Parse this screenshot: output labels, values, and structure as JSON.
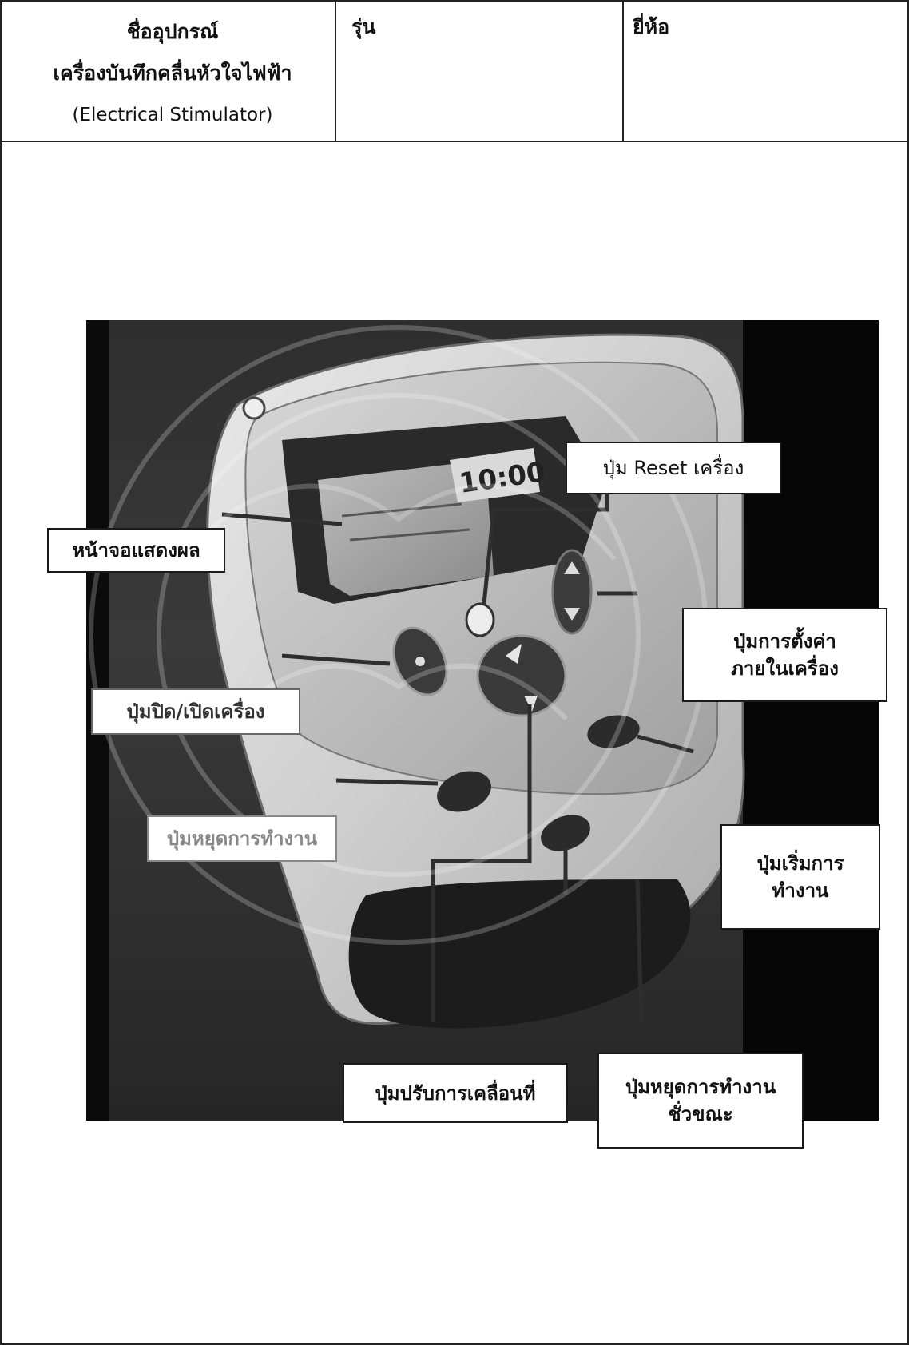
{
  "header": {
    "name_label": "ชื่ออุปกรณ์",
    "name_th": "เครื่องบันทึกคลื่นหัวใจไฟฟ้า",
    "name_en": "(Electrical Stimulator)",
    "model_label": "รุ่น",
    "brand_label": "ยี่ห้อ"
  },
  "device": {
    "display_value": "10:00"
  },
  "callouts": {
    "display_screen": "หน้าจอแสดงผล",
    "reset_button": "ปุ่ม Reset เครื่อง",
    "settings_line1": "ปุ่มการตั้งค่า",
    "settings_line2": "ภายในเครื่อง",
    "power_button": "ปุ่มปิด/เปิดเครื่อง",
    "stop_button": "ปุ่มหยุดการทำงาน",
    "start_line1": "ปุ่มเริ่มการ",
    "start_line2": "ทำงาน",
    "adjust_button": "ปุ่มปรับการเคลื่อนที่",
    "pause_line1": "ปุ่มหยุดการทำงาน",
    "pause_line2": "ชั่วขณะ"
  },
  "colors": {
    "border": "#222222",
    "photo_dark": "#1b1b1b",
    "device_body": "#cfcfcf"
  }
}
